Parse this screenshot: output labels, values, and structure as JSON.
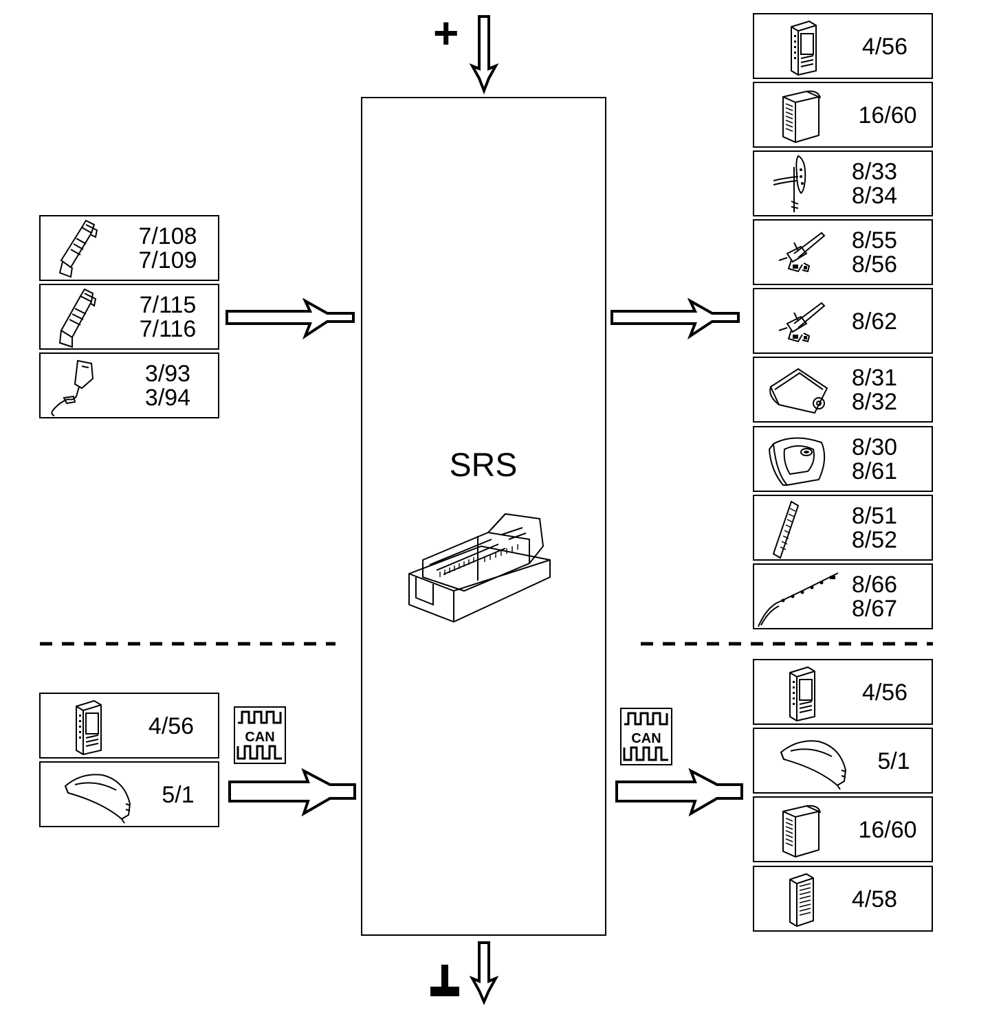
{
  "title": "SRS",
  "power_symbol": "+",
  "can_label": "CAN",
  "inputs": [
    {
      "labels": [
        "7/108",
        "7/109"
      ],
      "icon": "seat-belt-pretensioner-icon"
    },
    {
      "labels": [
        "7/115",
        "7/116"
      ],
      "icon": "seat-belt-pretensioner-icon"
    },
    {
      "labels": [
        "3/93",
        "3/94"
      ],
      "icon": "seat-belt-buckle-icon"
    }
  ],
  "outputs": [
    {
      "labels": [
        "4/56"
      ],
      "icon": "control-module-icon"
    },
    {
      "labels": [
        "16/60"
      ],
      "icon": "control-module-icon"
    },
    {
      "labels": [
        "8/33",
        "8/34"
      ],
      "icon": "crash-sensor-icon"
    },
    {
      "labels": [
        "8/55",
        "8/56"
      ],
      "icon": "squib-connector-icon"
    },
    {
      "labels": [
        "8/62"
      ],
      "icon": "squib-connector-icon"
    },
    {
      "labels": [
        "8/31",
        "8/32"
      ],
      "icon": "passenger-airbag-icon"
    },
    {
      "labels": [
        "8/30",
        "8/61"
      ],
      "icon": "steering-wheel-airbag-icon"
    },
    {
      "labels": [
        "8/51",
        "8/52"
      ],
      "icon": "curtain-airbag-icon"
    },
    {
      "labels": [
        "8/66",
        "8/67"
      ],
      "icon": "wiring-harness-icon"
    }
  ],
  "can_inputs": [
    {
      "labels": [
        "4/56"
      ],
      "icon": "control-module-icon"
    },
    {
      "labels": [
        "5/1"
      ],
      "icon": "instrument-cluster-icon"
    }
  ],
  "can_outputs": [
    {
      "labels": [
        "4/56"
      ],
      "icon": "control-module-icon"
    },
    {
      "labels": [
        "5/1"
      ],
      "icon": "instrument-cluster-icon"
    },
    {
      "labels": [
        "16/60"
      ],
      "icon": "control-module-icon"
    },
    {
      "labels": [
        "4/58"
      ],
      "icon": "control-module-icon"
    }
  ]
}
